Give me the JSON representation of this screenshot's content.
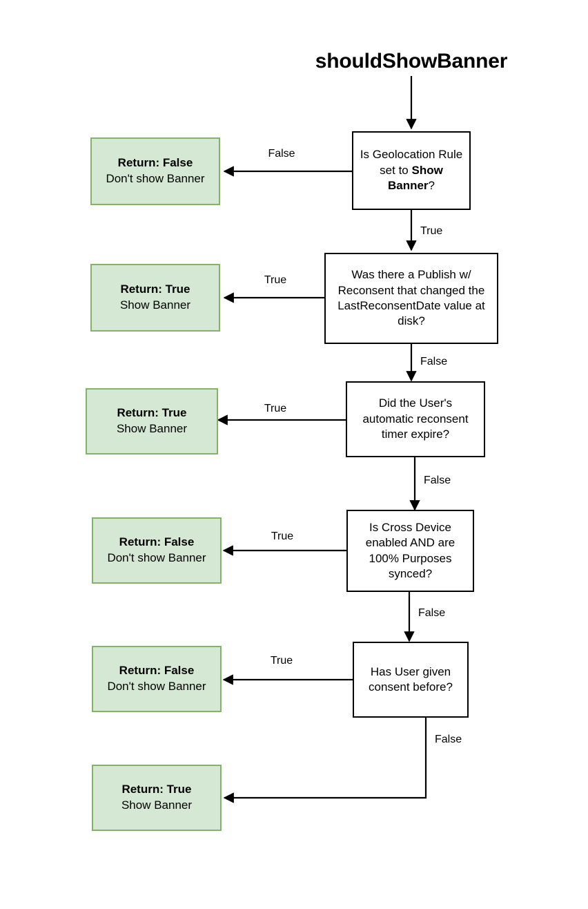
{
  "diagram": {
    "title": "shouldShowBanner",
    "type": "flowchart",
    "colors": {
      "terminal_fill": "#d5e8d4",
      "terminal_border": "#82b366",
      "decision_fill": "#ffffff",
      "decision_border": "#000000",
      "edge": "#000000",
      "text": "#000000"
    },
    "decisions": [
      {
        "id": "geolocation-rule",
        "text_parts": [
          "Is Geolocation Rule set to ",
          "Show Banner",
          "?"
        ],
        "text": "Is Geolocation Rule set to Show Banner?"
      },
      {
        "id": "publish-reconsent",
        "text": "Was there a Publish w/ Reconsent that changed the LastReconsentDate value at disk?"
      },
      {
        "id": "reconsent-timer",
        "text": "Did the User's automatic reconsent timer expire?"
      },
      {
        "id": "cross-device-sync",
        "text": "Is Cross Device enabled AND are 100% Purposes synced?"
      },
      {
        "id": "prior-consent",
        "text": "Has User given consent before?"
      }
    ],
    "terminals": [
      {
        "id": "t1",
        "ret": "Return: False",
        "sub": "Don't show Banner"
      },
      {
        "id": "t2",
        "ret": "Return: True",
        "sub": "Show Banner"
      },
      {
        "id": "t3",
        "ret": "Return: True",
        "sub": "Show Banner"
      },
      {
        "id": "t4",
        "ret": "Return: False",
        "sub": "Don't show Banner"
      },
      {
        "id": "t5",
        "ret": "Return: False",
        "sub": "Don't show Banner"
      },
      {
        "id": "t6",
        "ret": "Return: True",
        "sub": "Show Banner"
      }
    ],
    "edge_labels": {
      "geo_false": "False",
      "geo_true": "True",
      "publish_true": "True",
      "publish_false": "False",
      "timer_true": "True",
      "timer_false": "False",
      "crossdevice_true": "True",
      "crossdevice_false": "False",
      "consent_true": "True",
      "consent_false": "False"
    }
  }
}
